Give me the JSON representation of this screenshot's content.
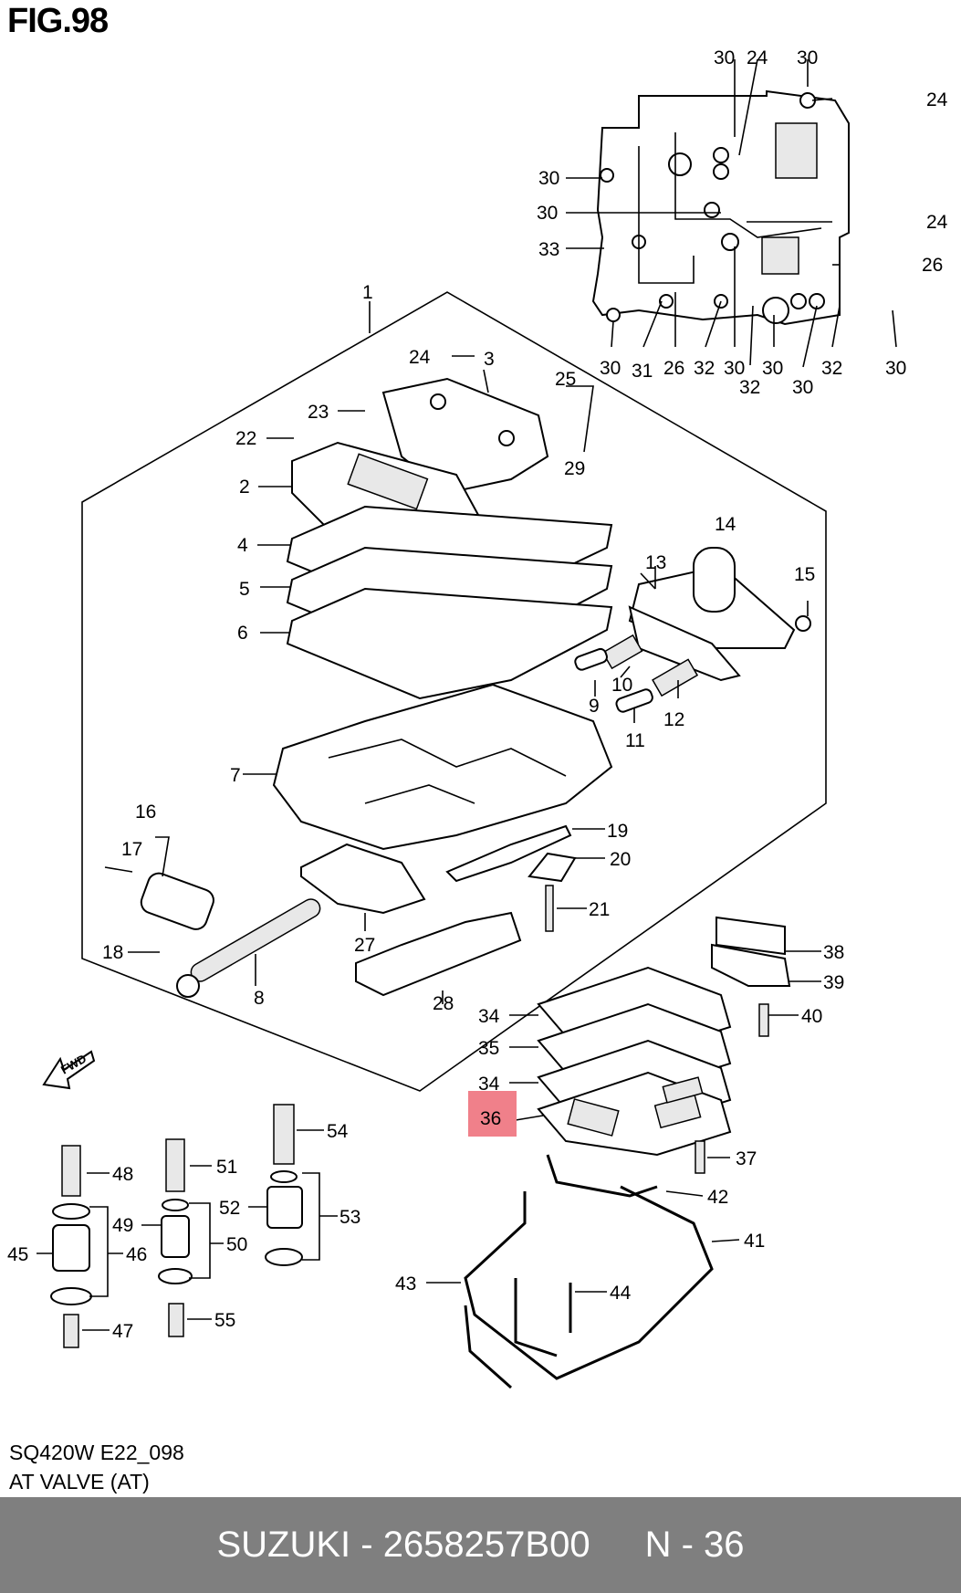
{
  "figure_title": "FIG.98",
  "model_code": "SQ420W E22_098",
  "section_name": "AT VALVE (AT)",
  "fwd_label": "FWD",
  "footer": {
    "brand": "SUZUKI",
    "sep": " - ",
    "part_number": "2658257B00",
    "page": "N - 36"
  },
  "highlight_color": "#f0808a",
  "highlighted_part": "36",
  "callouts": [
    "1",
    "2",
    "3",
    "4",
    "5",
    "6",
    "7",
    "8",
    "9",
    "10",
    "11",
    "12",
    "13",
    "14",
    "15",
    "16",
    "17",
    "18",
    "19",
    "20",
    "21",
    "22",
    "23",
    "24",
    "25",
    "26",
    "27",
    "28",
    "29",
    "30",
    "31",
    "32",
    "33",
    "34",
    "35",
    "36",
    "37",
    "38",
    "39",
    "40",
    "41",
    "42",
    "43",
    "44",
    "45",
    "46",
    "47",
    "48",
    "49",
    "50",
    "51",
    "52",
    "53",
    "54",
    "55"
  ]
}
